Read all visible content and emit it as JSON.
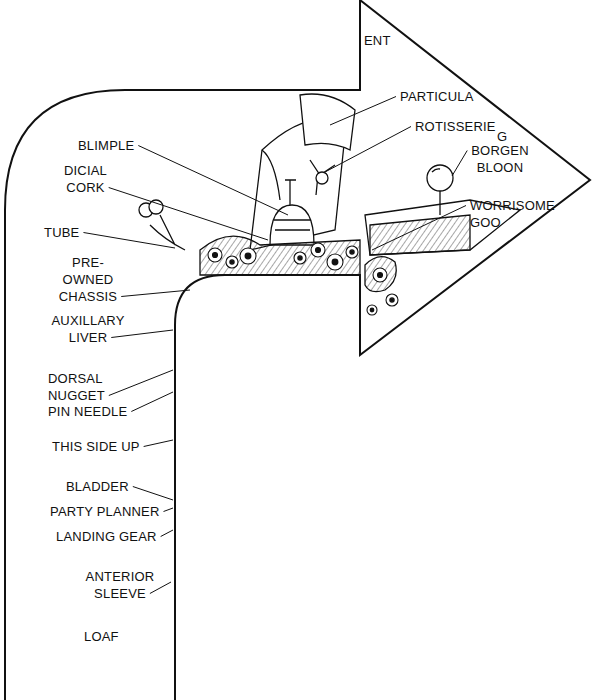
{
  "diagram": {
    "labels": [
      "ENT",
      "PARTICULA",
      "ROTISSERIE",
      "G",
      "BORGEN BLOON",
      "WORRISOME GOO",
      "BLIMPLE",
      "DICIAL CORK",
      "TUBE",
      "PRE-OWNED CHASSIS",
      "AUXILLARY LIVER",
      "DORSAL NUGGET",
      "PIN NEEDLE",
      "THIS SIDE UP",
      "BLADDER",
      "PARTY PLANNER",
      "LANDING GEAR",
      "ANTERIOR SLEEVE",
      "LOAF"
    ]
  }
}
